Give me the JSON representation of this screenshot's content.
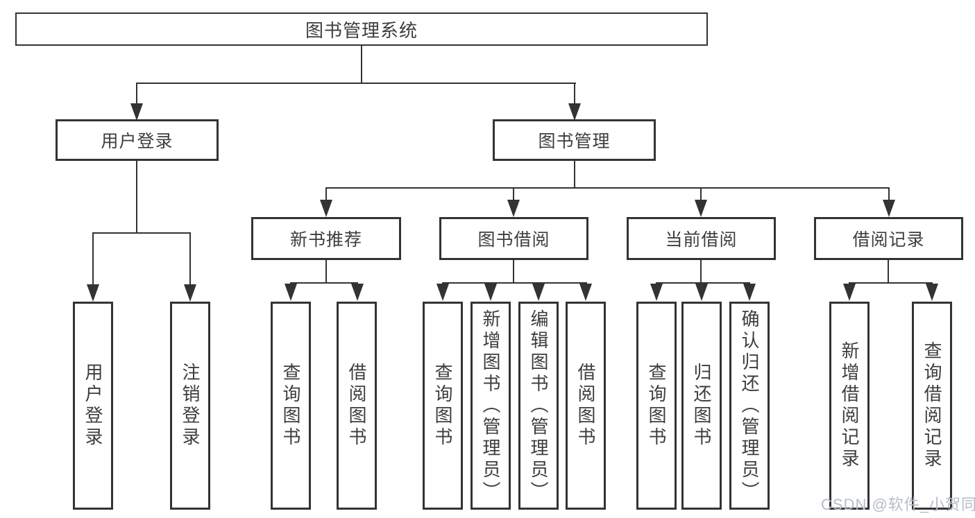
{
  "tree": {
    "root": {
      "label": "图书管理系统",
      "children": [
        {
          "label": "用户登录",
          "children": [
            {
              "label": "用户登录"
            },
            {
              "label": "注销登录"
            }
          ]
        },
        {
          "label": "图书管理",
          "children": [
            {
              "label": "新书推荐",
              "children": [
                {
                  "label": "查询图书"
                },
                {
                  "label": "借阅图书"
                }
              ]
            },
            {
              "label": "图书借阅",
              "children": [
                {
                  "label": "查询图书"
                },
                {
                  "label": "新增图书（管理员）"
                },
                {
                  "label": "编辑图书（管理员）"
                },
                {
                  "label": "借阅图书"
                }
              ]
            },
            {
              "label": "当前借阅",
              "children": [
                {
                  "label": "查询图书"
                },
                {
                  "label": "归还图书"
                },
                {
                  "label": "确认归还（管理员）"
                }
              ]
            },
            {
              "label": "借阅记录",
              "children": [
                {
                  "label": "新增借阅记录"
                },
                {
                  "label": "查询借阅记录"
                }
              ]
            }
          ]
        }
      ]
    }
  },
  "watermark": {
    "text": "CSDN @软件_小贺同学"
  },
  "colors": {
    "line": "#333333",
    "text": "#3d3d3d",
    "watermark": "#b6bcc6"
  }
}
